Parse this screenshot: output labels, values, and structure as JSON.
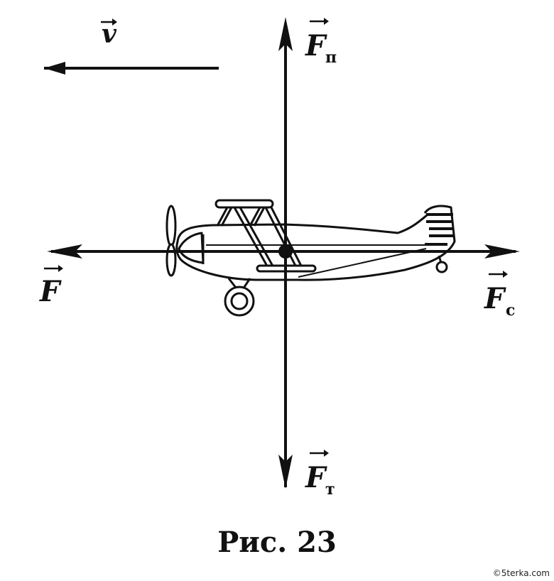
{
  "figure": {
    "velocity_label": "v",
    "forces": {
      "up": {
        "symbol": "F",
        "subscript": "п"
      },
      "down": {
        "symbol": "F",
        "subscript": "т"
      },
      "left": {
        "symbol": "F",
        "subscript": ""
      },
      "right": {
        "symbol": "F",
        "subscript": "с"
      }
    }
  },
  "caption": "Рис. 23",
  "watermark": "©5terka.com"
}
